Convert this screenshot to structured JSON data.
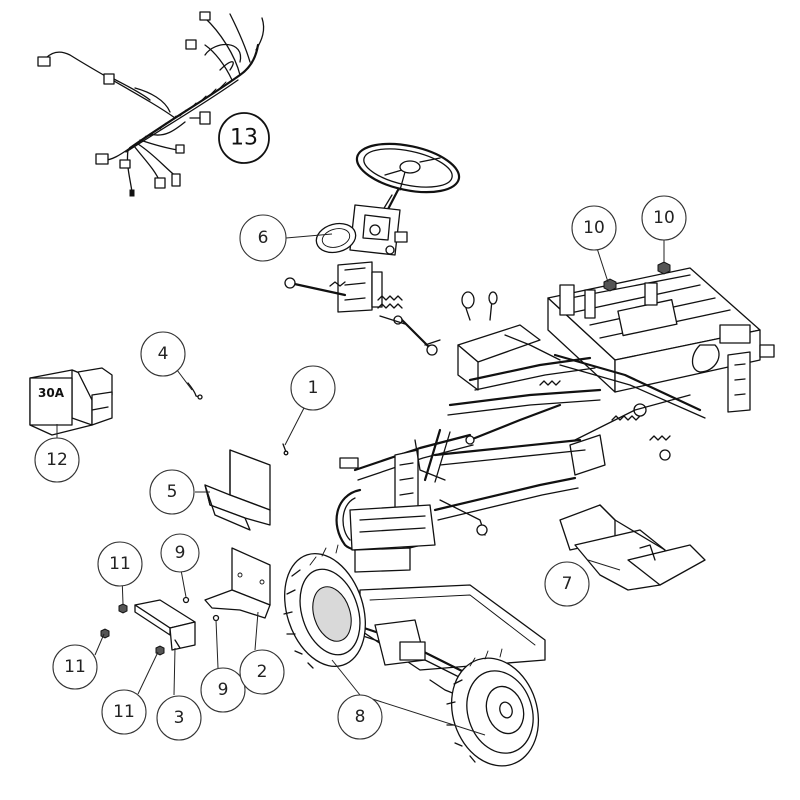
{
  "diagram": {
    "callouts": [
      {
        "id": "c13",
        "label": "13"
      },
      {
        "id": "c6",
        "label": "6"
      },
      {
        "id": "c10a",
        "label": "10"
      },
      {
        "id": "c10b",
        "label": "10"
      },
      {
        "id": "c4",
        "label": "4"
      },
      {
        "id": "c1",
        "label": "1"
      },
      {
        "id": "c12",
        "label": "12"
      },
      {
        "id": "c5",
        "label": "5"
      },
      {
        "id": "c7",
        "label": "7"
      },
      {
        "id": "c9a",
        "label": "9"
      },
      {
        "id": "c11a",
        "label": "11"
      },
      {
        "id": "c11b",
        "label": "11"
      },
      {
        "id": "c11c",
        "label": "11"
      },
      {
        "id": "c3",
        "label": "3"
      },
      {
        "id": "c9b",
        "label": "9"
      },
      {
        "id": "c2",
        "label": "2"
      },
      {
        "id": "c8",
        "label": "8"
      }
    ],
    "fuse_label": "30A"
  }
}
